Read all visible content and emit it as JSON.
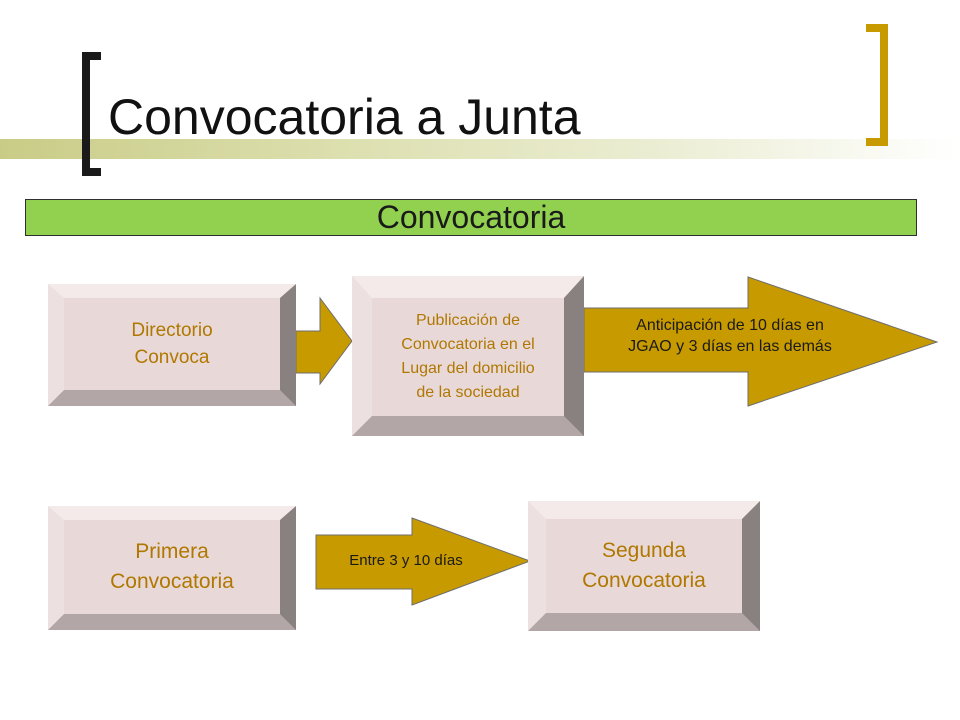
{
  "slide": {
    "title": "Convocatoria a Junta",
    "banner": "Convocatoria"
  },
  "flow": {
    "step1": "Directorio\nConvoca",
    "step2": "Publicación de\nConvocatoria en el\nLugar del domicilio\nde la sociedad",
    "step3": "Anticipación de  10 días en\nJGAO y 3 días en las demás",
    "first_call": "Primera\nConvocatoria",
    "interval": "Entre 3 y 10 días",
    "second_call": "Segunda\nConvocatoria"
  },
  "colors": {
    "banner": "#92d050",
    "arrow": "#c79a00",
    "box_text": "#b07800",
    "box_face": "#e8d8d8"
  }
}
